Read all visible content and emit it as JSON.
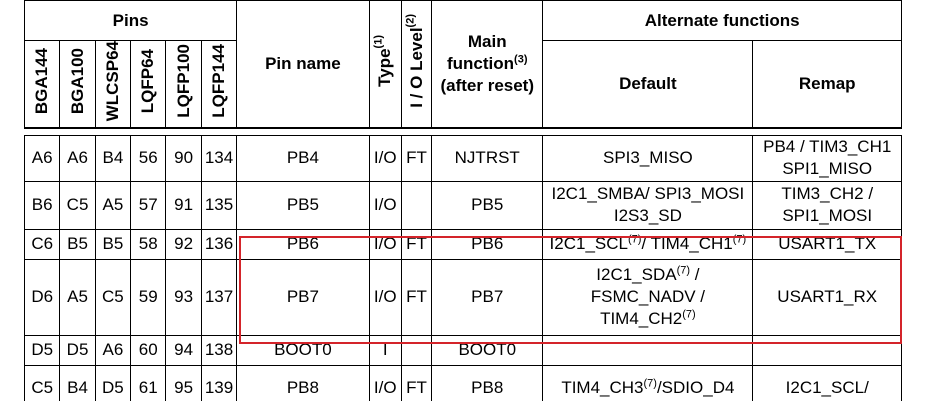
{
  "header": {
    "pins": "Pins",
    "pin_cols": [
      "BGA144",
      "BGA100",
      "WLCSP64",
      "LQFP64",
      "LQFP100",
      "LQFP144"
    ],
    "pin_name": "Pin name",
    "type": "Type",
    "type_note": "(1)",
    "io_level": "I / O Level",
    "io_level_note": "(2)",
    "main_function_1": "Main",
    "main_function_2": "function",
    "main_function_note": "(3)",
    "main_function_3": "(after reset)",
    "alt_functions": "Alternate functions",
    "default": "Default",
    "remap": "Remap"
  },
  "rows": [
    {
      "bga144": "A6",
      "bga100": "A6",
      "wlcsp64": "B4",
      "lqfp64": "56",
      "lqfp100": "90",
      "lqfp144": "134",
      "name": "PB4",
      "type": "I/O",
      "io": "FT",
      "main": "NJTRST",
      "def1": "SPI3_MISO",
      "def2": "",
      "def3": "",
      "remap1": "PB4 / TIM3_CH1",
      "remap2": "SPI1_MISO"
    },
    {
      "bga144": "B6",
      "bga100": "C5",
      "wlcsp64": "A5",
      "lqfp64": "57",
      "lqfp100": "91",
      "lqfp144": "135",
      "name": "PB5",
      "type": "I/O",
      "io": "",
      "main": "PB5",
      "def1": "I2C1_SMBA/ SPI3_MOSI",
      "def2": "I2S3_SD",
      "def3": "",
      "remap1": "TIM3_CH2 /",
      "remap2": "SPI1_MOSI"
    },
    {
      "bga144": "C6",
      "bga100": "B5",
      "wlcsp64": "B5",
      "lqfp64": "58",
      "lqfp100": "92",
      "lqfp144": "136",
      "name": "PB6",
      "type": "I/O",
      "io": "FT",
      "main": "PB6",
      "def1": "I2C1_SCL",
      "def1_note": "(7)",
      "def1b": "/ TIM4_CH1",
      "def1b_note": "(7)",
      "remap1": "USART1_TX",
      "remap2": ""
    },
    {
      "bga144": "D6",
      "bga100": "A5",
      "wlcsp64": "C5",
      "lqfp64": "59",
      "lqfp100": "93",
      "lqfp144": "137",
      "name": "PB7",
      "type": "I/O",
      "io": "FT",
      "main": "PB7",
      "def1": "I2C1_SDA",
      "def1_note": "(7)",
      "def1_tail": " /",
      "def2": "FSMC_NADV /",
      "def3": "TIM4_CH2",
      "def3_note": "(7)",
      "remap1": "USART1_RX",
      "remap2": ""
    },
    {
      "bga144": "D5",
      "bga100": "D5",
      "wlcsp64": "A6",
      "lqfp64": "60",
      "lqfp100": "94",
      "lqfp144": "138",
      "name": "BOOT0",
      "type": "I",
      "io": "",
      "main": "BOOT0",
      "def1": "",
      "remap1": "",
      "remap2": ""
    },
    {
      "bga144": "C5",
      "bga100": "B4",
      "wlcsp64": "D5",
      "lqfp64": "61",
      "lqfp100": "95",
      "lqfp144": "139",
      "name": "PB8",
      "type": "I/O",
      "io": "FT",
      "main": "PB8",
      "def1": "TIM4_CH3",
      "def1_note": "(7)",
      "def1_tail": "/SDIO_D4",
      "remap1": "I2C1_SCL/",
      "remap2": ""
    }
  ]
}
